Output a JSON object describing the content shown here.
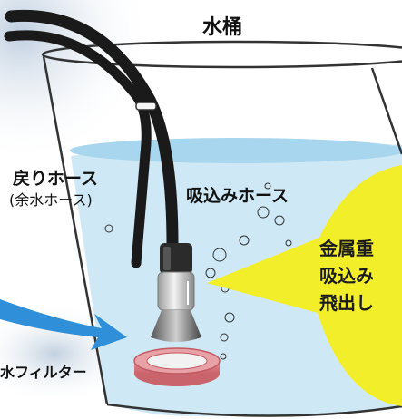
{
  "labels": {
    "bucket": "水桶",
    "return_hose": "戻りホース",
    "return_hose_note": "(余水ホース)",
    "suction_hose": "吸込みホース",
    "filter": "水フィルター"
  },
  "callout": {
    "line1": "金属重",
    "line2": "吸込み",
    "line3": "飛出し"
  },
  "colors": {
    "water": "#cfe8f5",
    "water_surface": "#9fd0ec",
    "callout": "#f3ee2a",
    "arrow": "#2f8fd8",
    "filter_ring": "#e8a1a6",
    "hose": "#1a1a1a"
  }
}
